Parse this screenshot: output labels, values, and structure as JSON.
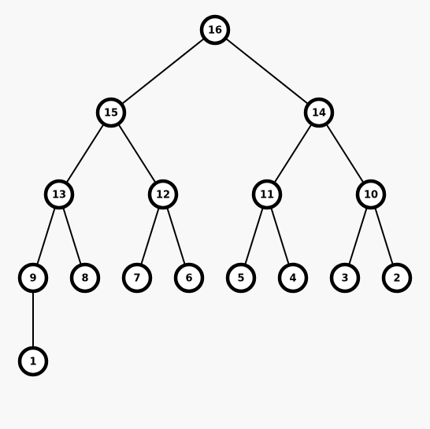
{
  "tree": {
    "colors": {
      "background": "#f8f8f8",
      "node_fill": "#ffffff",
      "node_stroke": "#000000",
      "edge": "#000000",
      "label": "#000000"
    },
    "nodes": [
      {
        "id": "n16",
        "label": "16"
      },
      {
        "id": "n15",
        "label": "15"
      },
      {
        "id": "n14",
        "label": "14"
      },
      {
        "id": "n13",
        "label": "13"
      },
      {
        "id": "n12",
        "label": "12"
      },
      {
        "id": "n11",
        "label": "11"
      },
      {
        "id": "n10",
        "label": "10"
      },
      {
        "id": "n9",
        "label": "9"
      },
      {
        "id": "n8",
        "label": "8"
      },
      {
        "id": "n7",
        "label": "7"
      },
      {
        "id": "n6",
        "label": "6"
      },
      {
        "id": "n5",
        "label": "5"
      },
      {
        "id": "n4",
        "label": "4"
      },
      {
        "id": "n3",
        "label": "3"
      },
      {
        "id": "n2",
        "label": "2"
      },
      {
        "id": "n1",
        "label": "1"
      }
    ],
    "edges": [
      {
        "from": "n16",
        "to": "n15"
      },
      {
        "from": "n16",
        "to": "n14"
      },
      {
        "from": "n15",
        "to": "n13"
      },
      {
        "from": "n15",
        "to": "n12"
      },
      {
        "from": "n14",
        "to": "n11"
      },
      {
        "from": "n14",
        "to": "n10"
      },
      {
        "from": "n13",
        "to": "n9"
      },
      {
        "from": "n13",
        "to": "n8"
      },
      {
        "from": "n12",
        "to": "n7"
      },
      {
        "from": "n12",
        "to": "n6"
      },
      {
        "from": "n11",
        "to": "n5"
      },
      {
        "from": "n11",
        "to": "n4"
      },
      {
        "from": "n10",
        "to": "n3"
      },
      {
        "from": "n10",
        "to": "n2"
      },
      {
        "from": "n9",
        "to": "n1"
      }
    ]
  }
}
